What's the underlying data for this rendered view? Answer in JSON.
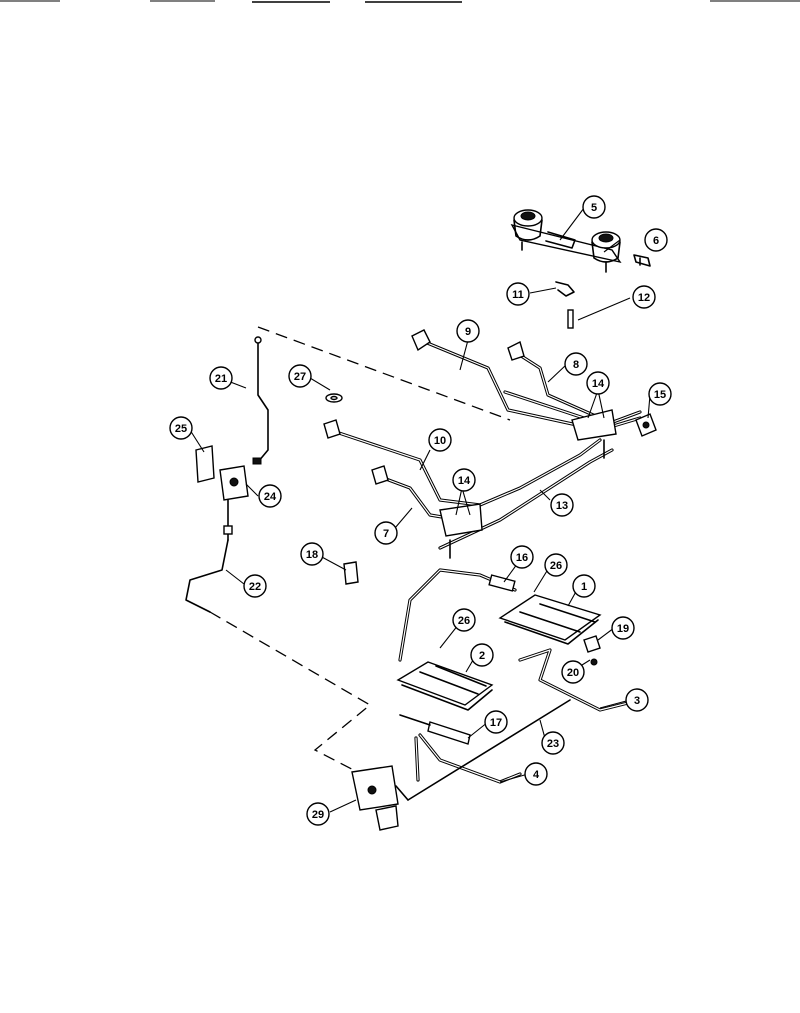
{
  "header": {
    "text_left": "",
    "text_mid": "",
    "text_right": ""
  },
  "callouts": [
    "1",
    "2",
    "3",
    "4",
    "5",
    "6",
    "7",
    "8",
    "9",
    "10",
    "11",
    "12",
    "13",
    "14",
    "15",
    "16",
    "17",
    "18",
    "19",
    "20",
    "21",
    "22",
    "23",
    "24",
    "25",
    "26",
    "26",
    "27",
    "29",
    "14"
  ]
}
